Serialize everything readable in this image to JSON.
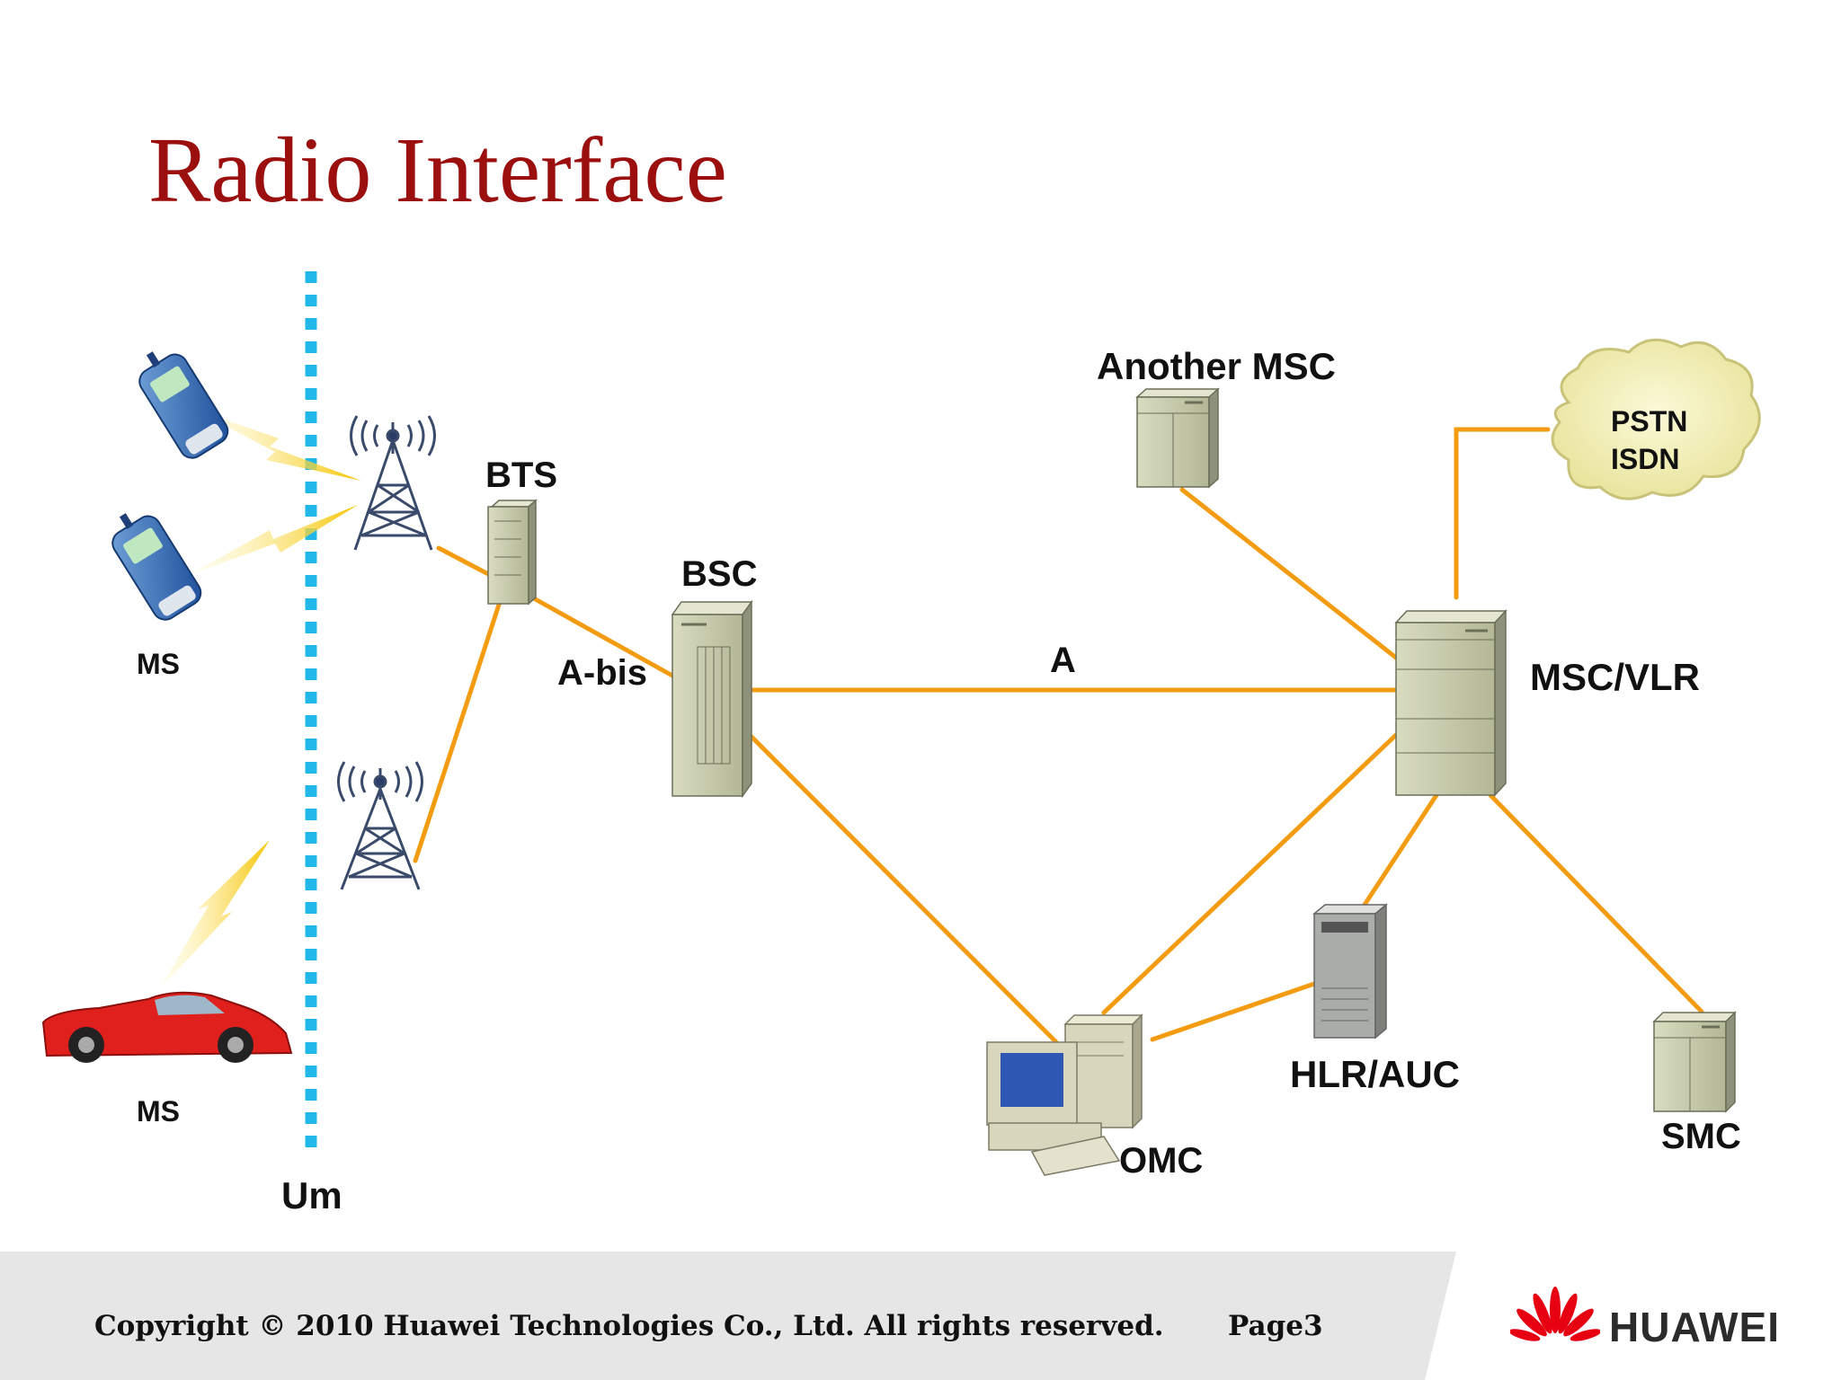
{
  "title": "Radio Interface",
  "labels": {
    "ms_top": "MS",
    "ms_bottom": "MS",
    "um": "Um",
    "bts": "BTS",
    "bsc": "BSC",
    "abis": "A-bis",
    "a": "A",
    "another_msc": "Another MSC",
    "msc_vlr": "MSC/VLR",
    "pstn": "PSTN",
    "isdn": "ISDN",
    "omc": "OMC",
    "hlr_auc": "HLR/AUC",
    "smc": "SMC"
  },
  "colors": {
    "title": "#9b0f0f",
    "link": "#f39c12",
    "um_line": "#1fb8e8",
    "equipment": "#c4c8a8",
    "cloud": "#f4f0b0",
    "brand_red": "#e60012"
  },
  "footer": {
    "copyright": "Copyright © 2010 Huawei Technologies Co., Ltd. All rights reserved.",
    "page": "Page3",
    "brand": "HUAWEI"
  }
}
